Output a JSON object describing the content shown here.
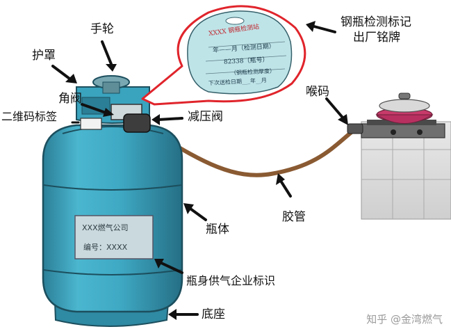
{
  "labels": {
    "handwheel": "手轮",
    "guard": "护罩",
    "angle_valve": "角阀",
    "qr_label": "二维码标签",
    "regulator": "减压阀",
    "inspection_plate_line1": "钢瓶检测标记",
    "inspection_plate_line2": "出厂铭牌",
    "throat_fitting": "喉码",
    "hose": "胶管",
    "bottle_body": "瓶体",
    "supplier_mark": "瓶身供气企业标识",
    "base": "底座"
  },
  "inspection_tag": {
    "station": "XXXX 钢瓶检测站",
    "date_line": "年——月（检测日期）",
    "serial": "82338（瓶号）",
    "thickness": "（钢瓶检测厚度）",
    "next_date": "下次送检日期___年__月"
  },
  "body_label": {
    "company": "XXX燃气公司",
    "number": "编号：XXXX"
  },
  "watermark": "知乎 @金湾燃气",
  "colors": {
    "cylinder": "#3fa9c4",
    "cylinder_dark": "#2b7f97",
    "hose": "#8a5a32",
    "callout": "#e0242b",
    "tag": "#bfe4e8"
  }
}
